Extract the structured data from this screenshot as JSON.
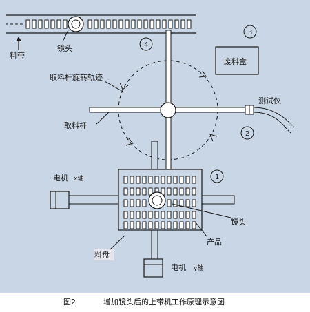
{
  "labels": {
    "feed_belt": "料带",
    "lens_top": "镜头",
    "pick_track": "取料杆旋转轨迹",
    "pick_rod": "取料杆",
    "waste_box": "废料盒",
    "tester": "测试仪",
    "motor_x": "电机",
    "x_axis": "x轴",
    "lens_bottom": "镜头",
    "product": "产品",
    "tray": "料盘",
    "motor_y": "电机",
    "y_axis": "y轴"
  },
  "markers": {
    "m1": "1",
    "m2": "2",
    "m3": "3",
    "m4": "4"
  },
  "caption": {
    "figure": "图2",
    "title": "增加镜头后的上带机工作原理示意图"
  },
  "colors": {
    "background": "#c8d6e6",
    "stroke": "#1a1a1a",
    "fill": "#ffffff"
  }
}
